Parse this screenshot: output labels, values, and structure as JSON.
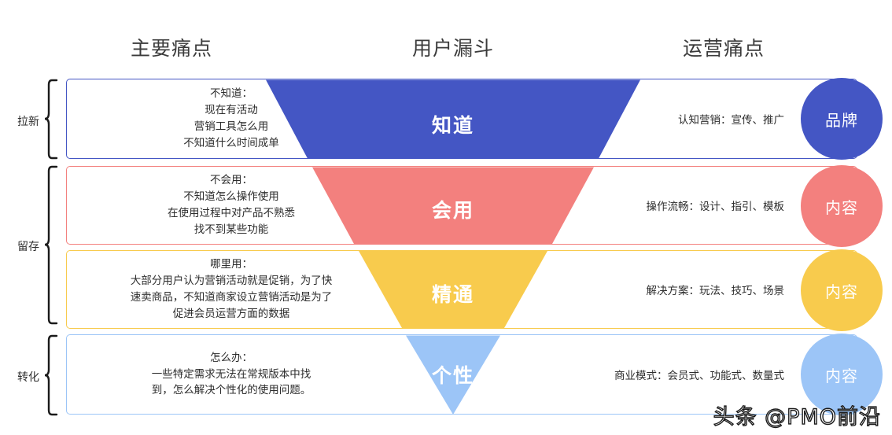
{
  "headers": {
    "pain_points": "主要痛点",
    "funnel": "用户漏斗",
    "operations": "运营痛点"
  },
  "colors": {
    "stage1": "#4456c4",
    "stage2": "#f3807e",
    "stage3": "#f8cb4d",
    "stage4": "#9cc5f7"
  },
  "brackets": [
    {
      "label": "拉新"
    },
    {
      "label": "留存"
    },
    {
      "label": "转化"
    }
  ],
  "rows": [
    {
      "funnel_label": "知道",
      "circle_label": "品牌",
      "ops_text": "认知营销：宣传、推广",
      "pain_lines": [
        "不知道：",
        "现在有活动",
        "营销工具怎么用",
        "不知道什么时间成单"
      ]
    },
    {
      "funnel_label": "会用",
      "circle_label": "内容",
      "ops_text": "操作流畅：设计、指引、模板",
      "pain_lines": [
        "不会用：",
        "不知道怎么操作使用",
        "在使用过程中对产品不熟悉",
        "找不到某些功能"
      ]
    },
    {
      "funnel_label": "精通",
      "circle_label": "内容",
      "ops_text": "解决方案：玩法、技巧、场景",
      "pain_lines": [
        "哪里用：",
        "大部分用户认为营销活动就是促销，为了快",
        "速卖商品，不知道商家设立营销活动是为了",
        "促进会员运营方面的数据"
      ]
    },
    {
      "funnel_label": "个性",
      "circle_label": "内容",
      "ops_text": "商业模式：会员式、功能式、数量式",
      "pain_lines": [
        "怎么办：",
        "一些特定需求无法在常规版本中找",
        "到，怎么解决个性化的使用问题。"
      ]
    }
  ],
  "watermark": "头条 @PMO前沿",
  "chart_data": {
    "type": "funnel",
    "title": "用户漏斗",
    "stages": [
      {
        "name": "知道",
        "top_width": 476,
        "bottom_width": 370,
        "color": "#4456c4"
      },
      {
        "name": "会用",
        "top_width": 358,
        "bottom_width": 252,
        "color": "#f3807e"
      },
      {
        "name": "精通",
        "top_width": 240,
        "bottom_width": 130,
        "color": "#f8cb4d"
      },
      {
        "name": "个性",
        "top_width": 120,
        "bottom_width": 0,
        "color": "#9cc5f7"
      }
    ]
  }
}
